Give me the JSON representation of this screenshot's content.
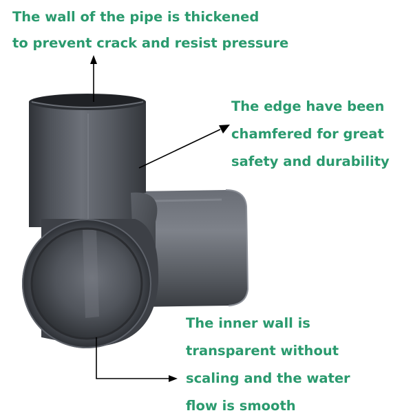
{
  "callouts": {
    "wall": {
      "lines": [
        "The wall of the pipe is thickened",
        "to prevent crack and resist pressure"
      ]
    },
    "edge": {
      "lines": [
        "The edge have been",
        "chamfered for great",
        "safety and durability"
      ]
    },
    "inner": {
      "lines": [
        "The inner wall is",
        "transparent without",
        "scaling and the water",
        "flow is smooth"
      ]
    }
  },
  "colors": {
    "text": "#2a9a6e",
    "pipe_dark": "#3c3f46",
    "pipe_mid": "#5a5e66",
    "pipe_light": "#7e828a",
    "arrow": "#000000"
  },
  "icons": {
    "wall_pointer": "arrow-up-icon",
    "edge_pointer": "arrow-up-right-icon",
    "inner_pointer": "arrow-right-icon"
  }
}
